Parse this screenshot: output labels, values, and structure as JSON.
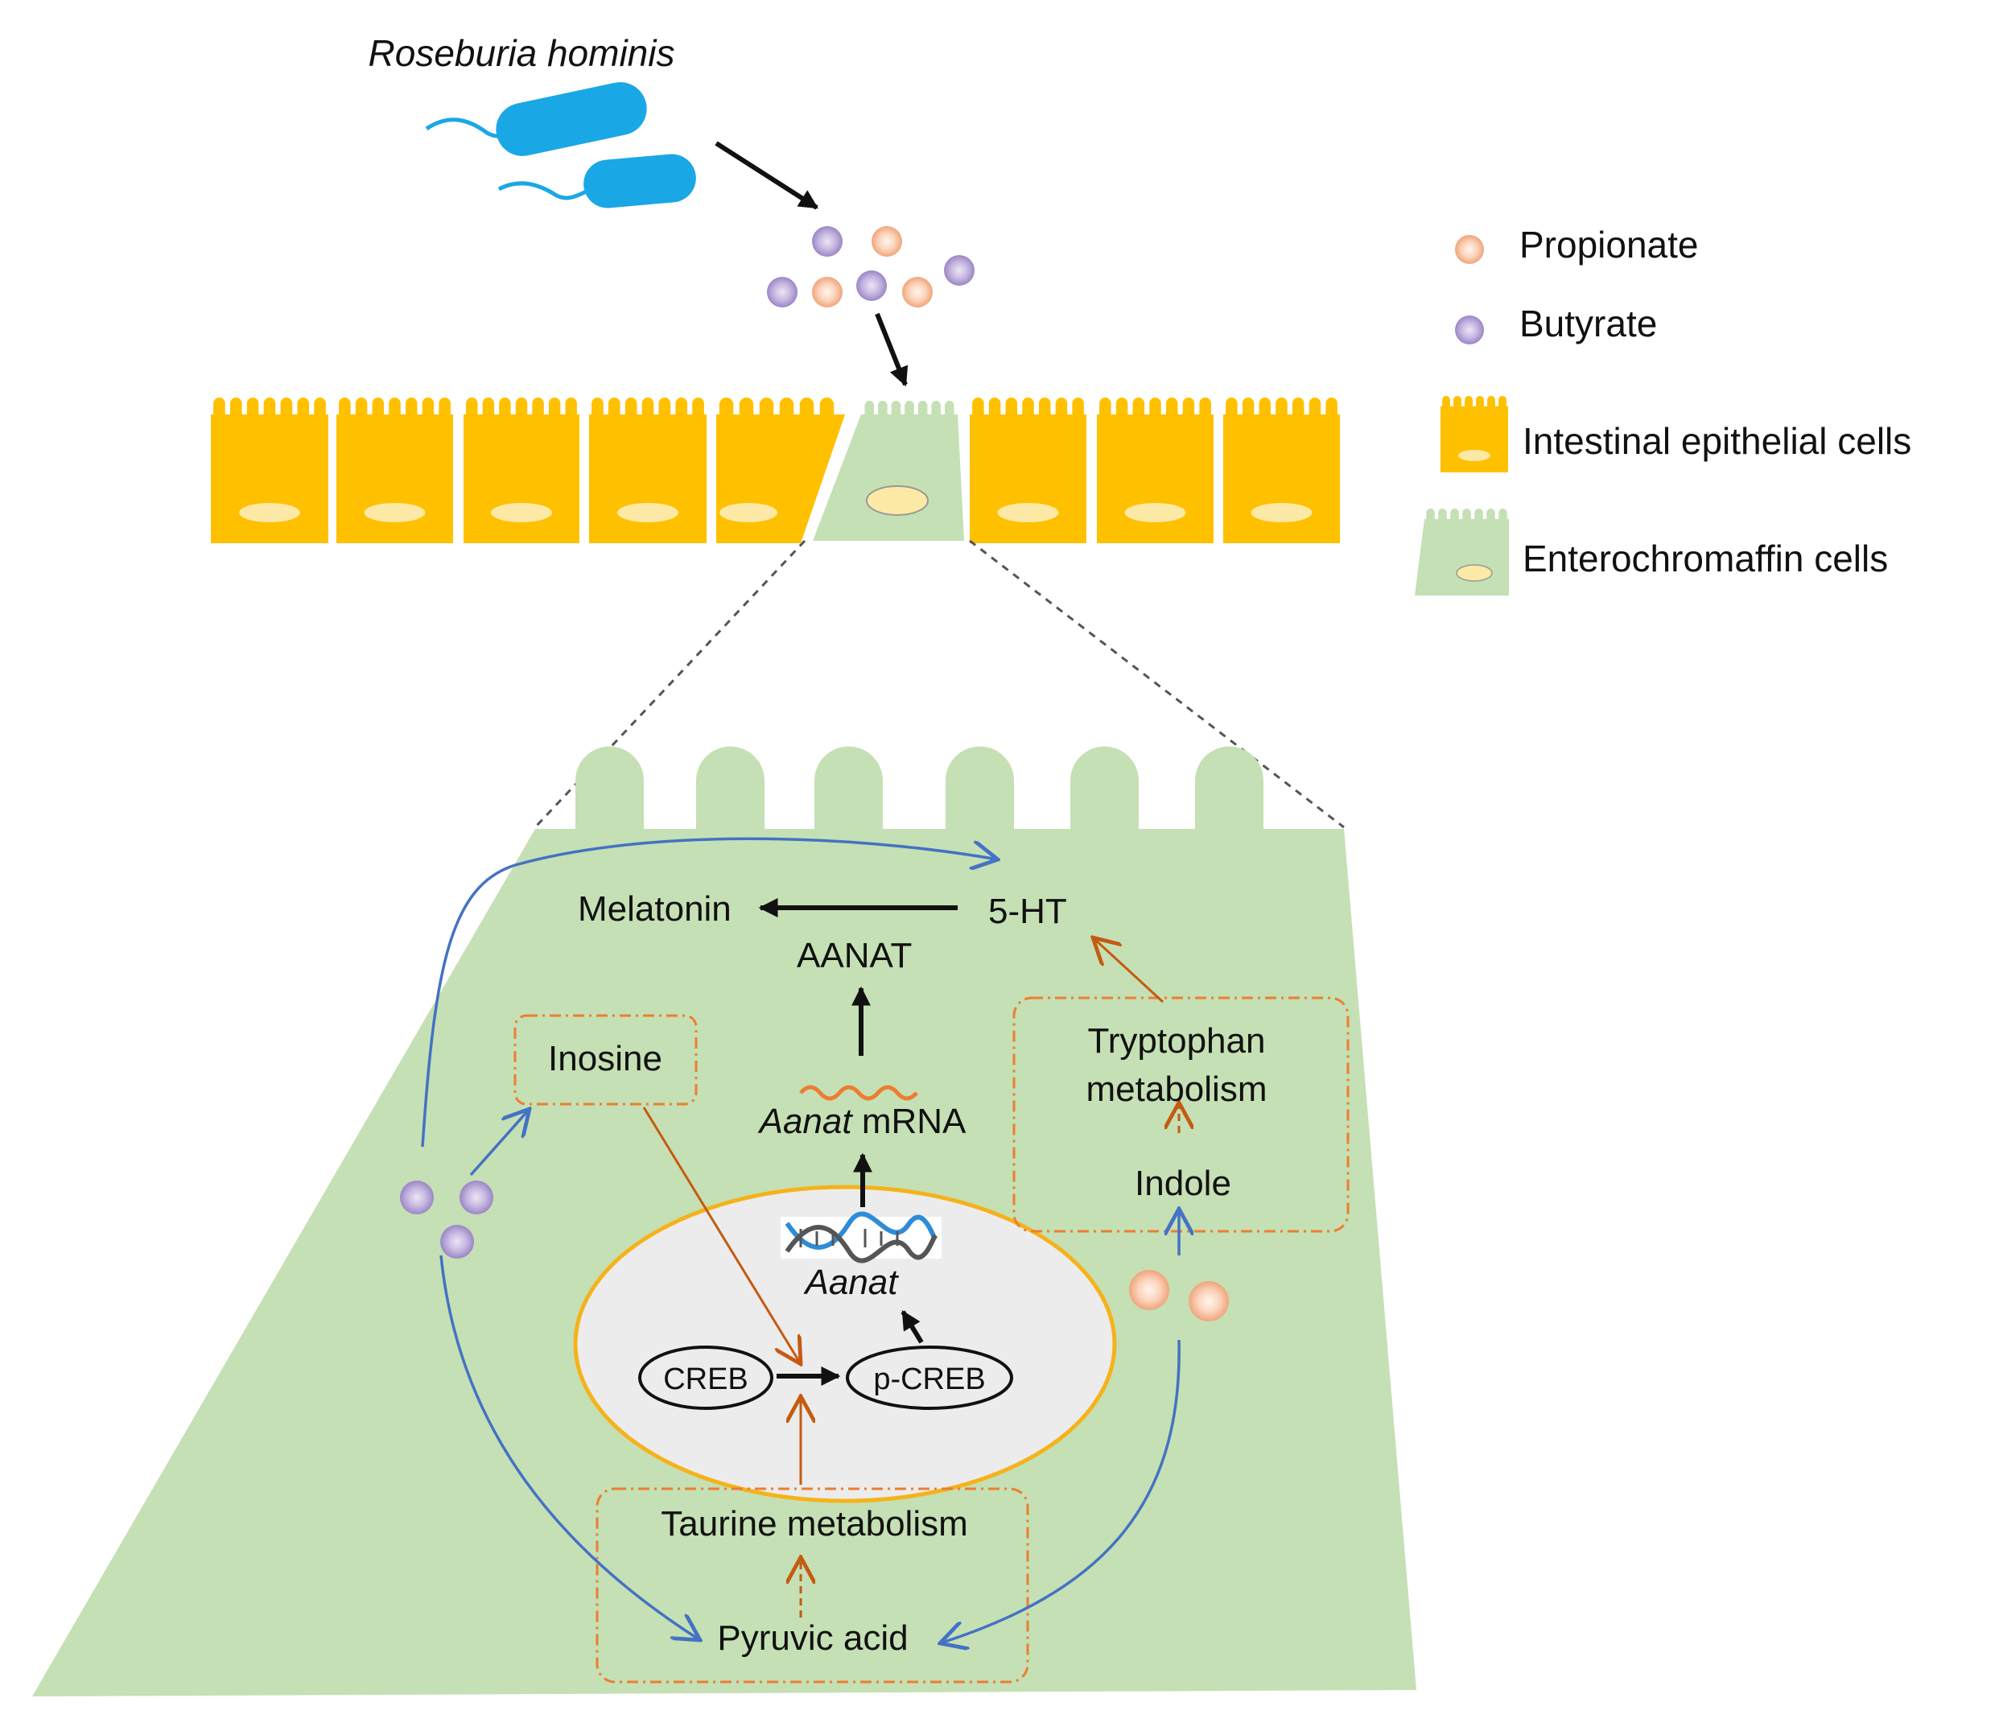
{
  "title": "Roseburia hominis",
  "legend": {
    "propionate": "Propionate",
    "butyrate": "Butyrate",
    "iec": "Intestinal epithelial cells",
    "ec": "Enterochromaffin cells"
  },
  "labels": {
    "melatonin": "Melatonin",
    "serotonin": "5-HT",
    "aanat_enzyme": "AANAT",
    "inosine": "Inosine",
    "aanat_gene": "Aanat",
    "mrna_suffix": " mRNA",
    "tryptophan_line1": "Tryptophan",
    "tryptophan_line2": "metabolism",
    "indole": "Indole",
    "creb": "CREB",
    "pcreb": "p-CREB",
    "taurine": "Taurine metabolism",
    "pyruvic": "Pyruvic acid"
  },
  "colors": {
    "bacteria": "#1aa7e6",
    "epithelial": "#ffc000",
    "nucleus_small": "#fde9a6",
    "ec_cell": "#c5e0b4",
    "nucleus": "#ececec",
    "nucleus_border": "#f5b21b",
    "blue_arrow": "#4472c4",
    "orange_arrow": "#c55a11",
    "dash_box": "#ed7d31",
    "propionate_fill": "#f8c4a5",
    "butyrate_fill": "#b8a6d6"
  }
}
